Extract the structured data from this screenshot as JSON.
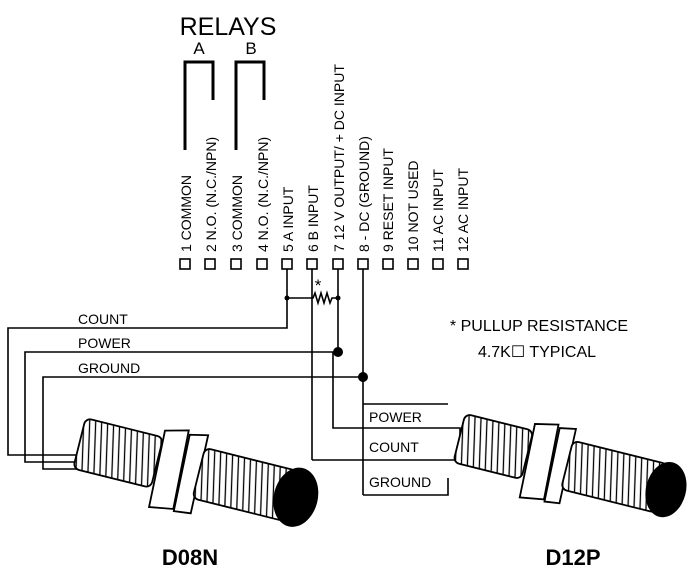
{
  "relays": {
    "title": "RELAYS",
    "group_a": "A",
    "group_b": "B"
  },
  "terminals": [
    "1 COMMON",
    "2 N.O. (N.C./NPN)",
    "3 COMMON",
    "4 N.O. (N.C./NPN)",
    "5 A INPUT",
    "6 B INPUT",
    "7 12 V OUTPUT/ + DC INPUT",
    "8 - DC (GROUND)",
    "9 RESET INPUT",
    "10 NOT USED",
    "11 AC INPUT",
    "12 AC INPUT"
  ],
  "resistor_marker": "*",
  "note": {
    "line1": "* PULLUP RESISTANCE",
    "line2": "4.7K☐ TYPICAL"
  },
  "left_wires": {
    "count": "COUNT",
    "power": "POWER",
    "ground": "GROUND"
  },
  "right_wires": {
    "power": "POWER",
    "count": "COUNT",
    "ground": "GROUND"
  },
  "sensors": {
    "left": "D08N",
    "right": "D12P"
  }
}
